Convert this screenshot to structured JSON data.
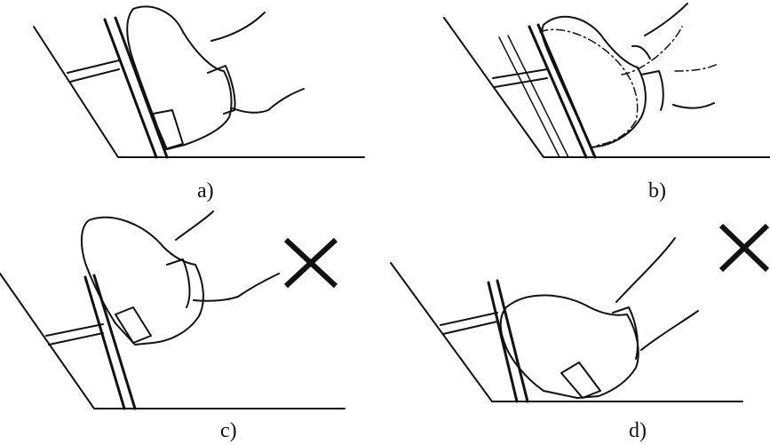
{
  "panels": [
    {
      "id": "a",
      "label": "a)",
      "marked_wrong": false
    },
    {
      "id": "b",
      "label": "b)",
      "marked_wrong": false
    },
    {
      "id": "c",
      "label": "c)",
      "marked_wrong": true
    },
    {
      "id": "d",
      "label": "d)",
      "marked_wrong": true
    }
  ],
  "colors": {
    "ink": "#111111",
    "background": "#ffffff"
  },
  "icons": {
    "wrong_mark": "cross-icon"
  }
}
